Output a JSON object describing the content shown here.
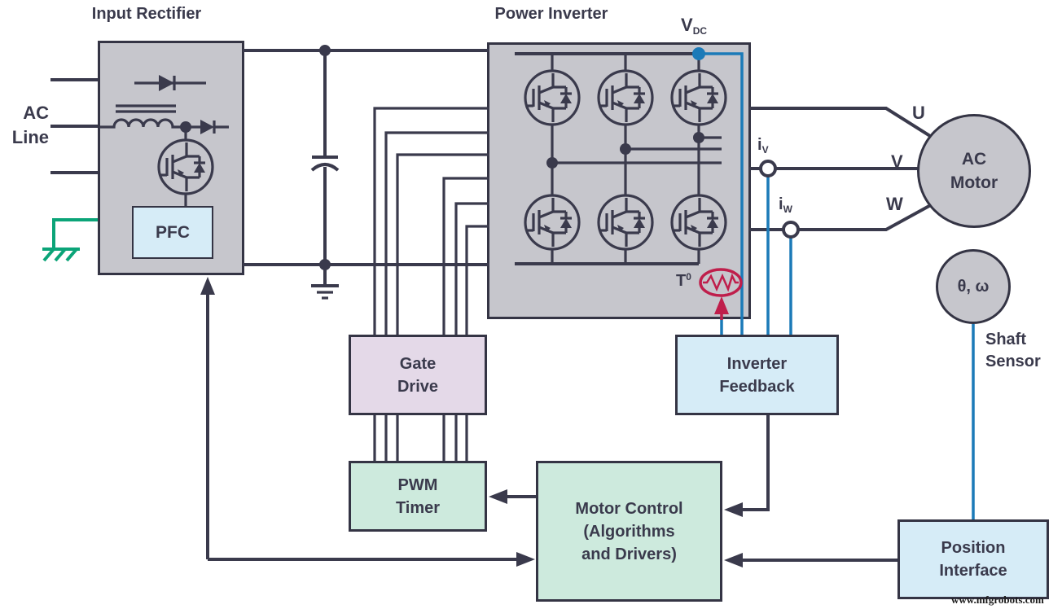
{
  "titles": {
    "input_rectifier": "Input Rectifier",
    "power_inverter": "Power Inverter"
  },
  "ac_line_label": "AC\nLine",
  "rectifier": {
    "pfc_label": "PFC"
  },
  "inverter": {
    "vdc": {
      "base": "V",
      "sub": "DC"
    },
    "t_sensor": {
      "base": "T",
      "sup": "0"
    }
  },
  "current_sensors": {
    "iv": {
      "base": "i",
      "sub": "V"
    },
    "iw": {
      "base": "i",
      "sub": "W"
    }
  },
  "phase_labels": {
    "u": "U",
    "v": "V",
    "w": "W"
  },
  "motor_label": "AC\nMotor",
  "shaft": {
    "circle_label": "θ, ω",
    "sensor_label": "Shaft\nSensor"
  },
  "blocks": {
    "gate_drive": "Gate\nDrive",
    "pwm_timer": "PWM\nTimer",
    "motor_control": "Motor Control\n(Algorithms\nand Drivers)",
    "inverter_feedback": "Inverter\nFeedback",
    "position_interface": "Position\nInterface"
  },
  "watermark": "www.mfgrobots.com",
  "colors": {
    "stroke_dark": "#3a3a4c",
    "signal_blue": "#1b7ab8",
    "thermal_red": "#bf1e4b",
    "earth_green": "#0ba478",
    "block_gray": "#c6c6cc",
    "block_light_blue": "#d6ecf7",
    "block_lavender": "#e4d9e8",
    "block_mint": "#cdeadd"
  }
}
